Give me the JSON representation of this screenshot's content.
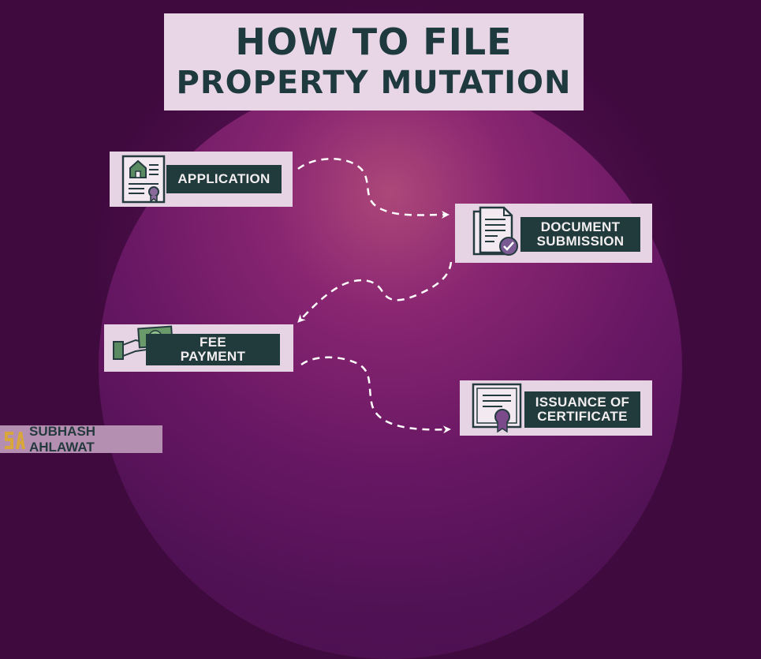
{
  "title": {
    "line1": "HOW TO FILE",
    "line2": "PROPERTY MUTATION"
  },
  "steps": [
    {
      "lines": [
        "APPLICATION"
      ],
      "icon": "house-document-icon"
    },
    {
      "lines": [
        "DOCUMENT",
        "SUBMISSION"
      ],
      "icon": "document-check-icon"
    },
    {
      "lines": [
        "FEE",
        "PAYMENT"
      ],
      "icon": "hand-cash-icon"
    },
    {
      "lines": [
        "ISSUANCE OF",
        "CERTIFICATE"
      ],
      "icon": "certificate-icon"
    }
  ],
  "brand": {
    "name": "SUBHASH AHLAWAT",
    "logo_icon": "sa-monogram-icon"
  },
  "colors": {
    "background": "#3f0a3e",
    "title_box": "#e8d6e6",
    "title_text": "#1f3a3e",
    "step_box": "#e6d4e4",
    "label_bg": "#213a3c",
    "label_text": "#f2eef0",
    "arrow": "#ffffff",
    "brand_bar": "#b58fb1",
    "logo_gold": "#d8a63a"
  }
}
